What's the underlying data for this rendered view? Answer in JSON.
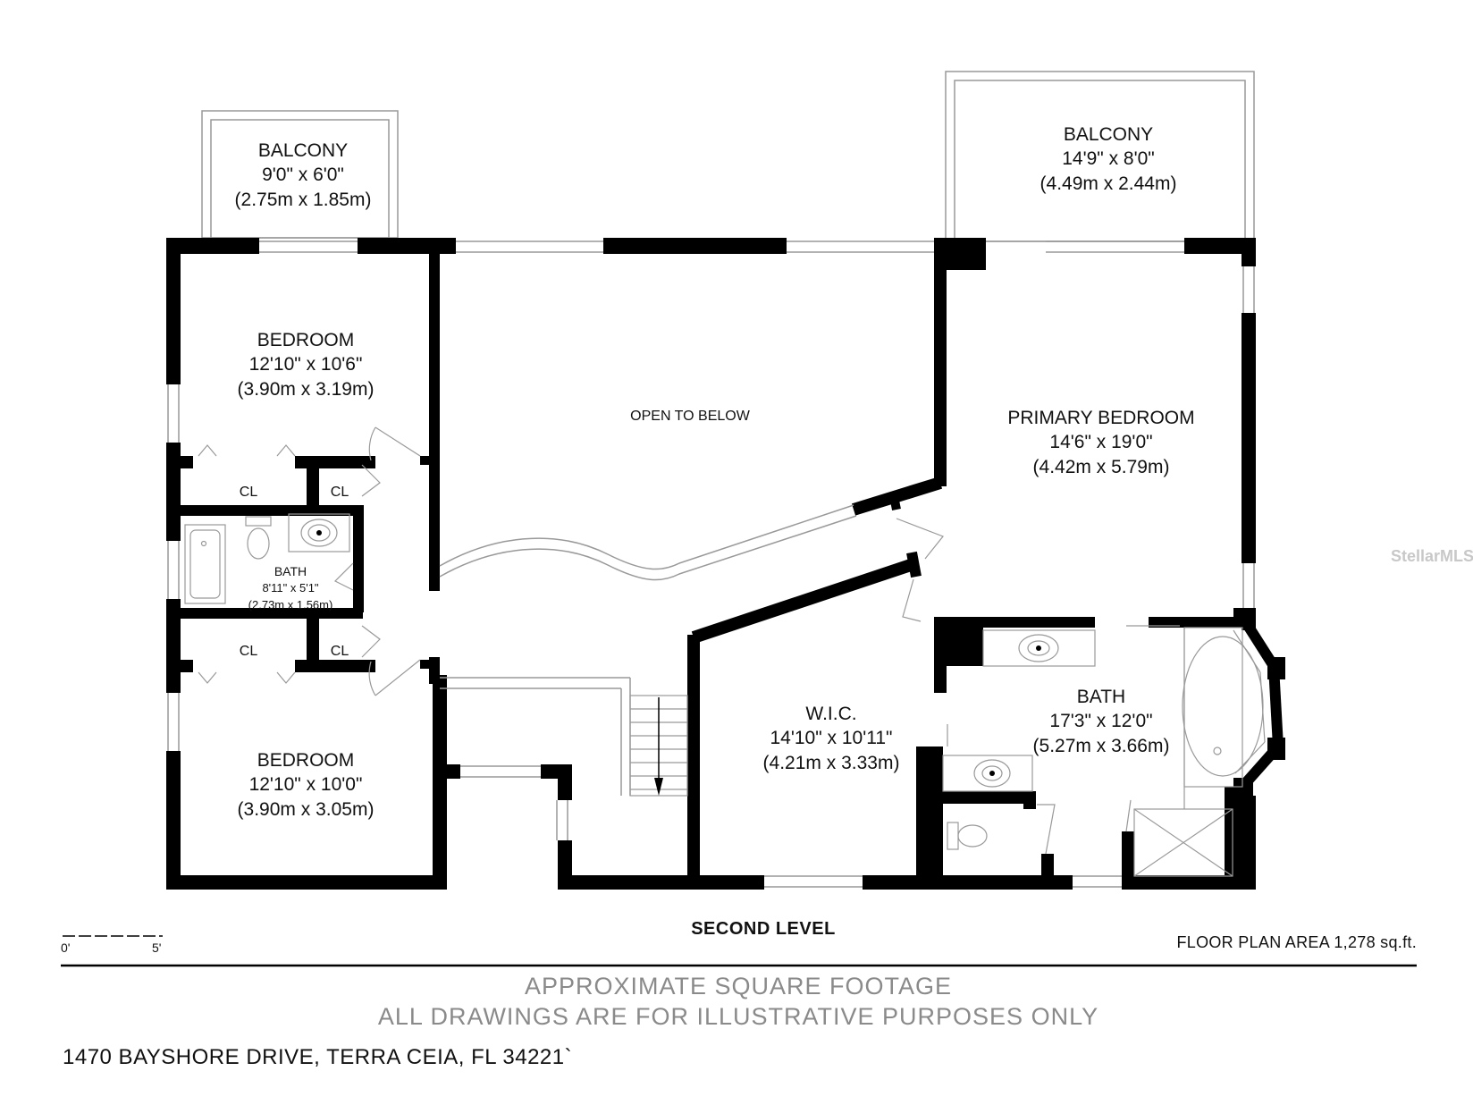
{
  "rooms": {
    "balcony_left": {
      "name": "BALCONY",
      "dim_imperial": "9'0\" x 6'0\"",
      "dim_metric": "(2.75m x 1.85m)"
    },
    "balcony_right": {
      "name": "BALCONY",
      "dim_imperial": "14'9\" x 8'0\"",
      "dim_metric": "(4.49m x 2.44m)"
    },
    "bedroom_upper": {
      "name": "BEDROOM",
      "dim_imperial": "12'10\" x 10'6\"",
      "dim_metric": "(3.90m x 3.19m)"
    },
    "bedroom_lower": {
      "name": "BEDROOM",
      "dim_imperial": "12'10\" x 10'0\"",
      "dim_metric": "(3.90m x 3.05m)"
    },
    "open_to_below": {
      "name": "OPEN TO BELOW"
    },
    "primary_bedroom": {
      "name": "PRIMARY BEDROOM",
      "dim_imperial": "14'6\" x 19'0\"",
      "dim_metric": "(4.42m x 5.79m)"
    },
    "bath_small": {
      "name": "BATH",
      "dim_imperial": "8'11\" x 5'1\"",
      "dim_metric": "(2.73m x 1.56m)"
    },
    "wic": {
      "name": "W.I.C.",
      "dim_imperial": "14'10\" x 10'11\"",
      "dim_metric": "(4.21m x 3.33m)"
    },
    "bath_primary": {
      "name": "BATH",
      "dim_imperial": "17'3\" x 12'0\"",
      "dim_metric": "(5.27m x 3.66m)"
    },
    "closet_label": "CL"
  },
  "level_title": "SECOND LEVEL",
  "floor_plan_area": "FLOOR PLAN AREA 1,278 sq.ft.",
  "scale": {
    "start": "0'",
    "end": "5'"
  },
  "disclaimer": {
    "line1": "APPROXIMATE SQUARE FOOTAGE",
    "line2": "ALL DRAWINGS ARE FOR ILLUSTRATIVE PURPOSES ONLY"
  },
  "address": "1470 BAYSHORE DRIVE, TERRA CEIA, FL 34221`",
  "watermark": "StellarMLS",
  "colors": {
    "wall": "#000000",
    "disclaimer": "#8a8a8a",
    "watermark": "#c8c8c8"
  }
}
